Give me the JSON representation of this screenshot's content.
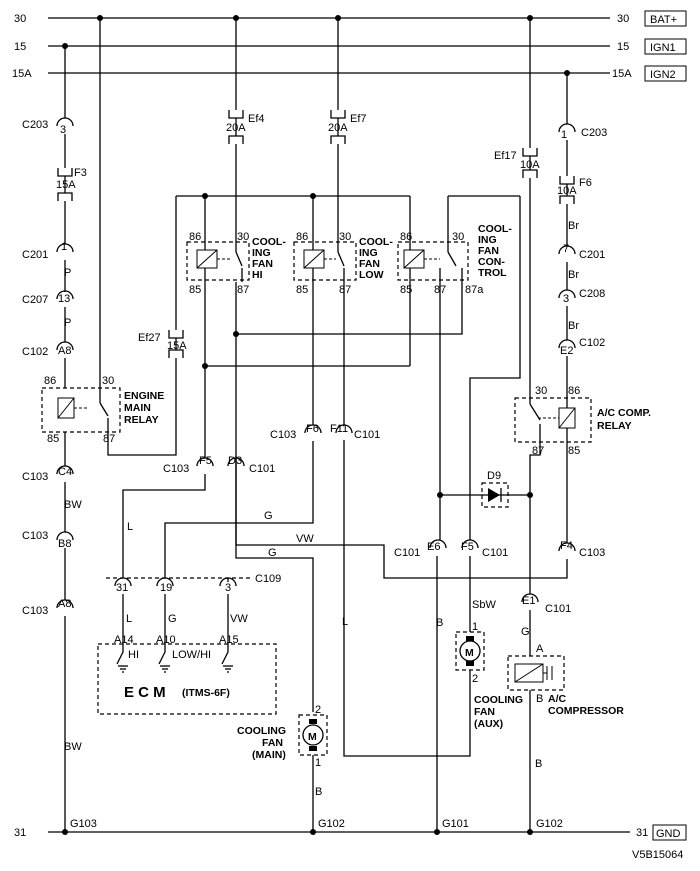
{
  "rails": {
    "r30": {
      "left": "30",
      "right": "30",
      "tag": "BAT+"
    },
    "r15": {
      "left": "15",
      "right": "15",
      "tag": "IGN1"
    },
    "r15a": {
      "left": "15A",
      "right": "15A",
      "tag": "IGN2"
    },
    "r31": {
      "left": "31",
      "right": "31",
      "tag": "GND"
    }
  },
  "fuses": {
    "f3": {
      "name": "F3",
      "rating": "15A"
    },
    "ef4": {
      "name": "Ef4",
      "rating": "20A"
    },
    "ef7": {
      "name": "Ef7",
      "rating": "20A"
    },
    "ef17": {
      "name": "Ef17",
      "rating": "10A"
    },
    "f6": {
      "name": "F6",
      "rating": "10A"
    },
    "ef27": {
      "name": "Ef27",
      "rating": "15A"
    }
  },
  "connectors": {
    "c203_left": {
      "name": "C203",
      "pin": "3"
    },
    "c201_left": {
      "name": "C201",
      "pin": "1"
    },
    "c207": {
      "name": "C207",
      "pin": "13"
    },
    "c102_left": {
      "name": "C102",
      "pin": "A8"
    },
    "c103_c4": {
      "name": "C103",
      "pin": "C4"
    },
    "c103_b8": {
      "name": "C103",
      "pin": "B8"
    },
    "c103_a8": {
      "name": "C103",
      "pin": "A8"
    },
    "c103_f5": {
      "name": "C103",
      "pin": "F5"
    },
    "c101_d3": {
      "name": "C101",
      "pin": "D3"
    },
    "c103_f6": {
      "name": "C103",
      "pin": "F6"
    },
    "c101_f11": {
      "name": "C101",
      "pin": "F11"
    },
    "c109": {
      "name": "C109",
      "pins": [
        "31",
        "19",
        "3"
      ]
    },
    "c203_right": {
      "name": "C203",
      "pin": "1"
    },
    "c201_right": {
      "name": "C201",
      "pin": "7"
    },
    "c208": {
      "name": "C208",
      "pin": "3"
    },
    "c102_right": {
      "name": "C102",
      "pin": "E2"
    },
    "c101_e6": {
      "name": "C101",
      "pin": "E6"
    },
    "c101_f5": {
      "name": "C101",
      "pin": "F5"
    },
    "c103_f4": {
      "name": "C103",
      "pin": "F4"
    },
    "c101_e1": {
      "name": "C101",
      "pin": "E1"
    }
  },
  "wire_colors": {
    "p1": "P",
    "p2": "P",
    "bw1": "BW",
    "bw2": "BW",
    "l1": "L",
    "l2": "L",
    "g1": "G",
    "g2": "G",
    "g3": "G",
    "g4": "G",
    "vw1": "VW",
    "vw2": "VW",
    "br1": "Br",
    "br2": "Br",
    "br3": "Br",
    "sbw": "SbW",
    "b1": "B",
    "b2": "B",
    "b3": "B"
  },
  "relays": {
    "fan_hi": {
      "label": [
        "COOL-",
        "ING",
        "FAN",
        "HI"
      ],
      "pins": [
        "86",
        "30",
        "85",
        "87"
      ]
    },
    "fan_low": {
      "label": [
        "COOL-",
        "ING",
        "FAN",
        "LOW"
      ],
      "pins": [
        "86",
        "30",
        "85",
        "87"
      ]
    },
    "fan_control": {
      "label": [
        "COOL-",
        "ING",
        "FAN",
        "CON-",
        "TROL"
      ],
      "pins": [
        "86",
        "30",
        "85",
        "87",
        "87a"
      ]
    },
    "engine_main": {
      "label": [
        "ENGINE",
        "MAIN",
        "RELAY"
      ],
      "pins": [
        "86",
        "30",
        "85",
        "87"
      ]
    },
    "ac_comp": {
      "label": [
        "A/C COMP.",
        "RELAY"
      ],
      "pins": [
        "30",
        "86",
        "87",
        "85"
      ]
    }
  },
  "ecm": {
    "title": "E C M",
    "subtitle": "(ITMS-6F)",
    "pins": [
      "A14",
      "A10",
      "A15"
    ],
    "switches": [
      "HI",
      "LOW/HI"
    ]
  },
  "diode": {
    "name": "D9"
  },
  "fans": {
    "main": {
      "label": [
        "COOLING",
        "FAN",
        "(MAIN)"
      ],
      "pins": [
        "2",
        "1"
      ]
    },
    "aux": {
      "label": [
        "COOLING",
        "FAN",
        "(AUX)"
      ],
      "pins": [
        "1",
        "2"
      ]
    }
  },
  "compressor": {
    "label": [
      "A/C",
      "COMPRESSOR"
    ],
    "pins": [
      "A",
      "B"
    ]
  },
  "grounds": [
    "G103",
    "G102",
    "G101",
    "G102"
  ],
  "figure_id": "V5B15064"
}
